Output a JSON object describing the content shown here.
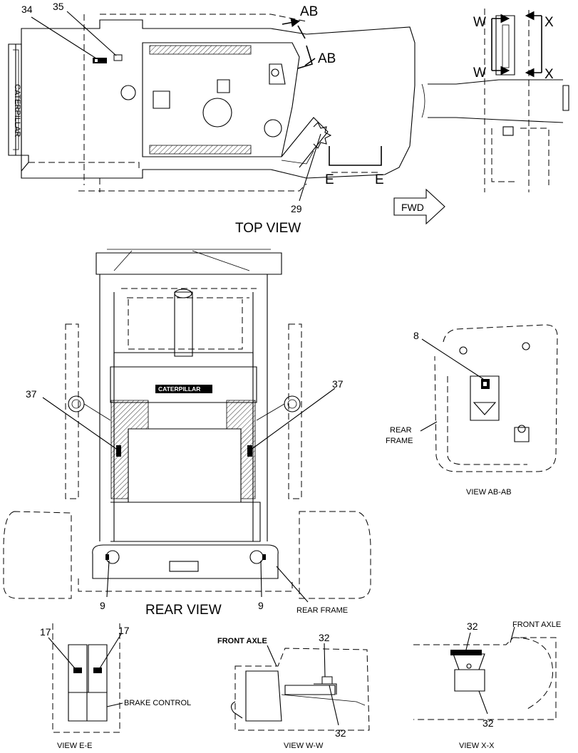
{
  "views": {
    "top_view": "TOP VIEW",
    "rear_view": "REAR VIEW",
    "view_ab": "VIEW AB-AB",
    "view_ee": "VIEW E-E",
    "view_ww": "VIEW W-W",
    "view_xx": "VIEW X-X"
  },
  "section_markers": {
    "ab_upper": "AB",
    "ab_lower": "AB",
    "e_left": "E",
    "e_right": "E",
    "w_upper": "W",
    "w_lower": "W",
    "x_upper": "X",
    "x_lower": "X"
  },
  "direction": {
    "fwd": "FWD"
  },
  "labels": {
    "brand_rear": "CATERPILLAR",
    "brand_side": "CATERPILLAR",
    "rear_frame_ab_line1": "REAR",
    "rear_frame_ab_line2": "FRAME",
    "rear_frame": "REAR FRAME",
    "brake_control": "BRAKE CONTROL",
    "front_axle_ww": "FRONT AXLE",
    "front_axle_xx": "FRONT AXLE"
  },
  "callouts": {
    "c34": "34",
    "c35": "35",
    "c29": "29",
    "c37_left": "37",
    "c37_right": "37",
    "c8": "8",
    "c9_left": "9",
    "c9_right": "9",
    "c17_left": "17",
    "c17_right": "17",
    "c32_ww_top": "32",
    "c32_ww_bottom": "32",
    "c32_xx_top": "32",
    "c32_xx_bottom": "32"
  }
}
